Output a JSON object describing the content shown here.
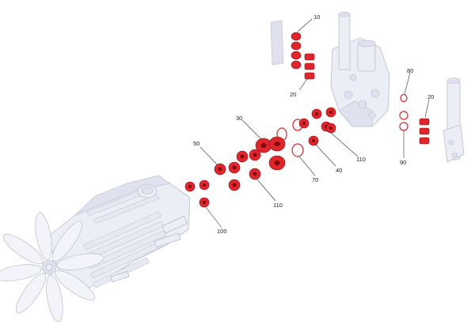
{
  "callouts": [
    {
      "id": "c10",
      "label": "10"
    },
    {
      "id": "c20a",
      "label": "20"
    },
    {
      "id": "c80",
      "label": "80"
    },
    {
      "id": "c20b",
      "label": "20"
    },
    {
      "id": "c30",
      "label": "30"
    },
    {
      "id": "c50",
      "label": "50"
    },
    {
      "id": "c40",
      "label": "40"
    },
    {
      "id": "c110a",
      "label": "110"
    },
    {
      "id": "c110b",
      "label": "110"
    },
    {
      "id": "c70",
      "label": "70"
    },
    {
      "id": "c90",
      "label": "90"
    },
    {
      "id": "c100",
      "label": "100"
    }
  ],
  "colors": {
    "seal": "#e0252b",
    "housing": "#eceef6",
    "outline": "#b9bccb"
  }
}
